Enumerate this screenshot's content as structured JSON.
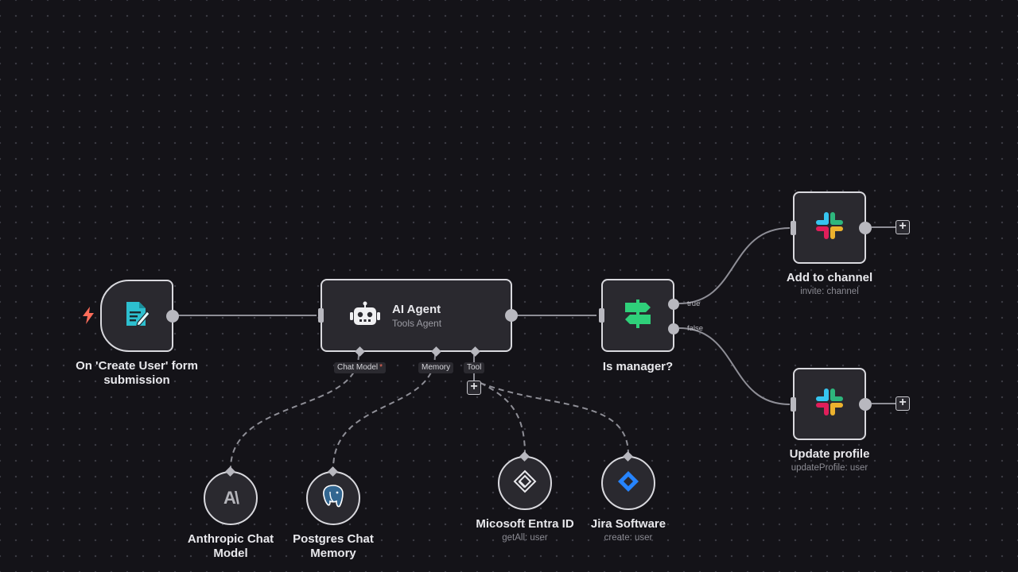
{
  "colors": {
    "background": "#141318",
    "node_fill": "#2a292f",
    "node_border": "#d9d9de",
    "connector": "#8e8e96",
    "trigger_accent": "#ff6d5a",
    "form_icon": "#2dbfcf",
    "router_icon": "#2fd07a",
    "jira_icon": "#2684ff",
    "required_marker": "#ff6d5a"
  },
  "nodes": {
    "form_trigger": {
      "title": "On 'Create User' form submission",
      "icon": "form-icon",
      "trigger_icon": "lightning-icon"
    },
    "ai_agent": {
      "title": "AI Agent",
      "subtitle": "Tools Agent",
      "icon": "robot-icon",
      "inputs": {
        "chat_model": "Chat Model",
        "chat_model_required": "*",
        "memory": "Memory",
        "tool": "Tool"
      }
    },
    "is_manager": {
      "title": "Is manager?",
      "icon": "signpost-icon",
      "branch_true": "true",
      "branch_false": "false"
    },
    "add_to_channel": {
      "title": "Add to channel",
      "subtitle": "invite: channel",
      "icon": "slack-icon"
    },
    "update_profile": {
      "title": "Update profile",
      "subtitle": "updateProfile: user",
      "icon": "slack-icon"
    },
    "anthropic": {
      "title_line1": "Anthropic Chat",
      "title_line2": "Model",
      "icon": "anthropic-icon",
      "icon_text": "A\\"
    },
    "postgres": {
      "title_line1": "Postgres Chat",
      "title_line2": "Memory",
      "icon": "postgres-icon"
    },
    "entra": {
      "title": "Micosoft Entra ID",
      "subtitle": "getAll: user",
      "icon": "entra-icon"
    },
    "jira": {
      "title": "Jira Software",
      "subtitle": "create: user",
      "icon": "jira-icon"
    }
  },
  "add_buttons": {
    "label": "+"
  }
}
